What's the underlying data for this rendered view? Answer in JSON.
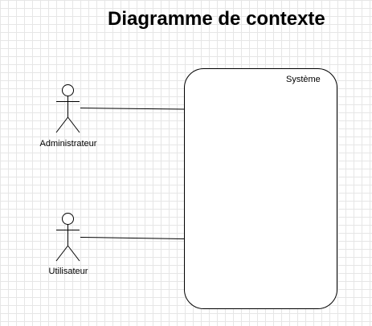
{
  "diagram": {
    "title": "Diagramme de contexte",
    "system": {
      "label": "Système"
    },
    "actors": [
      {
        "id": "admin",
        "label": "Administrateur"
      },
      {
        "id": "user",
        "label": "Utilisateur"
      }
    ],
    "stroke_color": "#000000",
    "grid_color": "#e6e6e6",
    "background": "#ffffff"
  }
}
